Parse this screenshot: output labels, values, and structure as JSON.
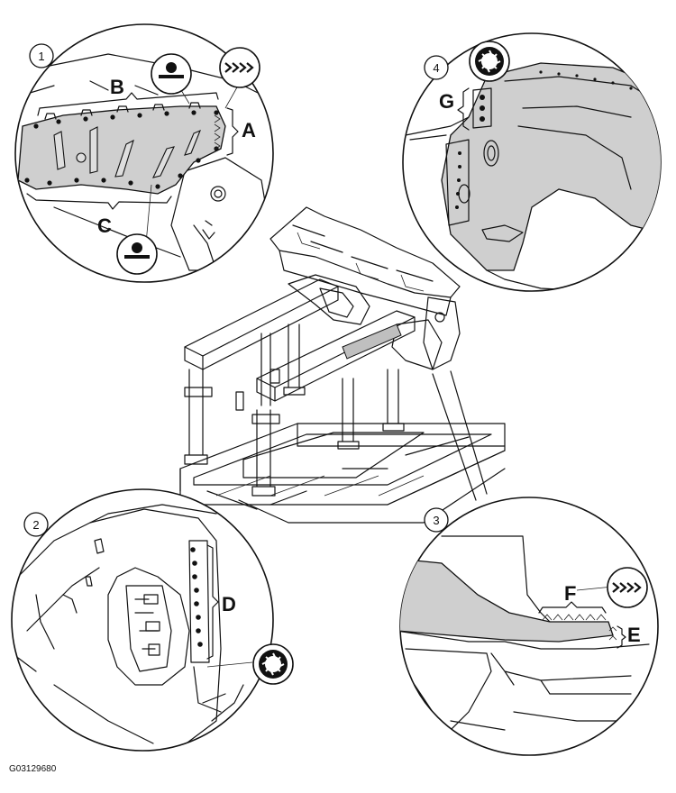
{
  "callouts": {
    "one": "1",
    "two": "2",
    "three": "3",
    "four": "4"
  },
  "letters": {
    "a": "A",
    "b": "B",
    "c": "C",
    "d": "D",
    "e": "E",
    "f": "F",
    "g": "G"
  },
  "figure_code": "G03129680",
  "icons": {
    "spot_weld": "spot-weld-icon",
    "mig_weld": "mig-weld-icon",
    "drill_out": "drill-out-icon"
  }
}
